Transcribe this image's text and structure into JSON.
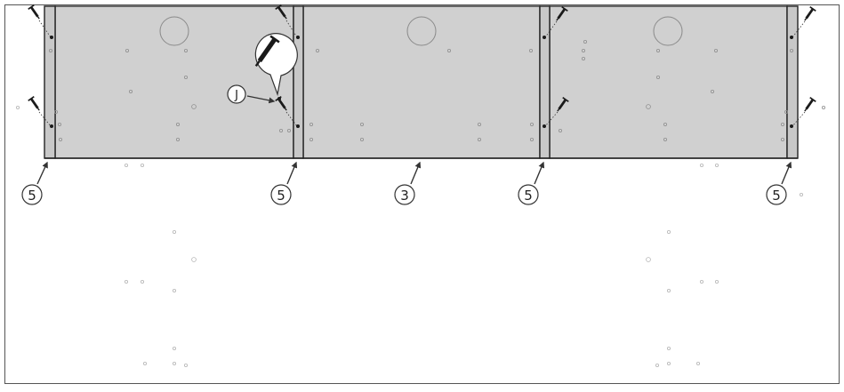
{
  "diagram": {
    "part_labels": [
      "5",
      "5",
      "3",
      "5",
      "5"
    ],
    "hardware_label": "J",
    "colors": {
      "panel_fill": "#d0d0d0",
      "outline": "#333333",
      "hole": "#999999",
      "screw": "#1a1a1a",
      "background": "#ffffff"
    },
    "icons": [
      "screw-icon",
      "magnified-screw-icon",
      "pointer-arrow-icon"
    ]
  }
}
